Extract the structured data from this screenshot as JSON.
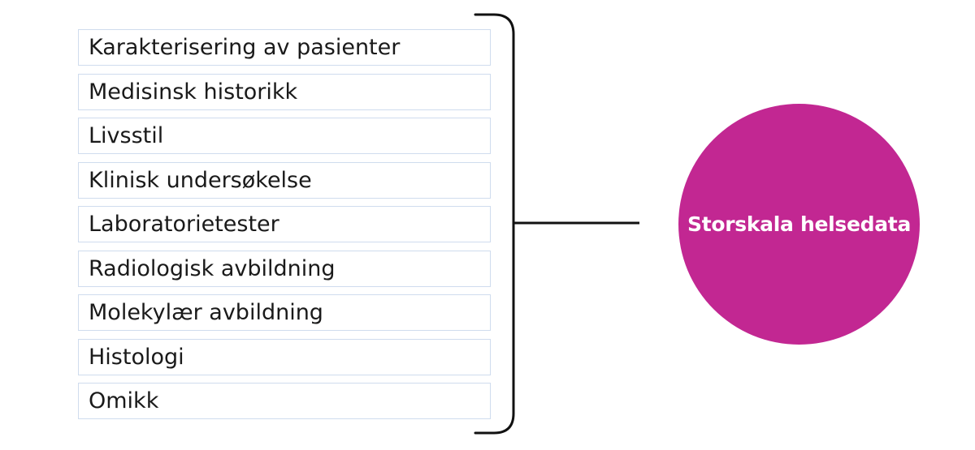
{
  "items": [
    "Karakterisering av pasienter",
    "Medisinsk historikk",
    "Livsstil",
    "Klinisk undersøkelse",
    "Laboratorietester",
    "Radiologisk avbildning",
    "Molekylær avbildning",
    "Histologi",
    "Omikk"
  ],
  "target": {
    "label": "Storskala helsedata"
  },
  "colors": {
    "circle": "#c22792",
    "box_border": "#cfdcee",
    "bracket": "#111111"
  }
}
